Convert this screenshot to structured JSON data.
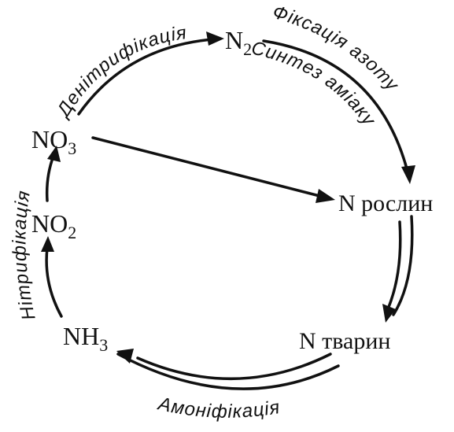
{
  "nodes": {
    "n2": {
      "base": "N",
      "sub": "2"
    },
    "no3": {
      "base": "NO",
      "sub": "3"
    },
    "no2": {
      "base": "NO",
      "sub": "2"
    },
    "nh3": {
      "base": "NH",
      "sub": "3"
    },
    "n_plants": "N рослин",
    "n_animals": "N тварин"
  },
  "processes": {
    "denitrification": "Денітрифікація",
    "fixation": "Фіксація азоту",
    "ammonia_synthesis": "Синтез аміаку",
    "nitrification": "Нітрифікація",
    "ammonification": "Амоніфікація"
  }
}
